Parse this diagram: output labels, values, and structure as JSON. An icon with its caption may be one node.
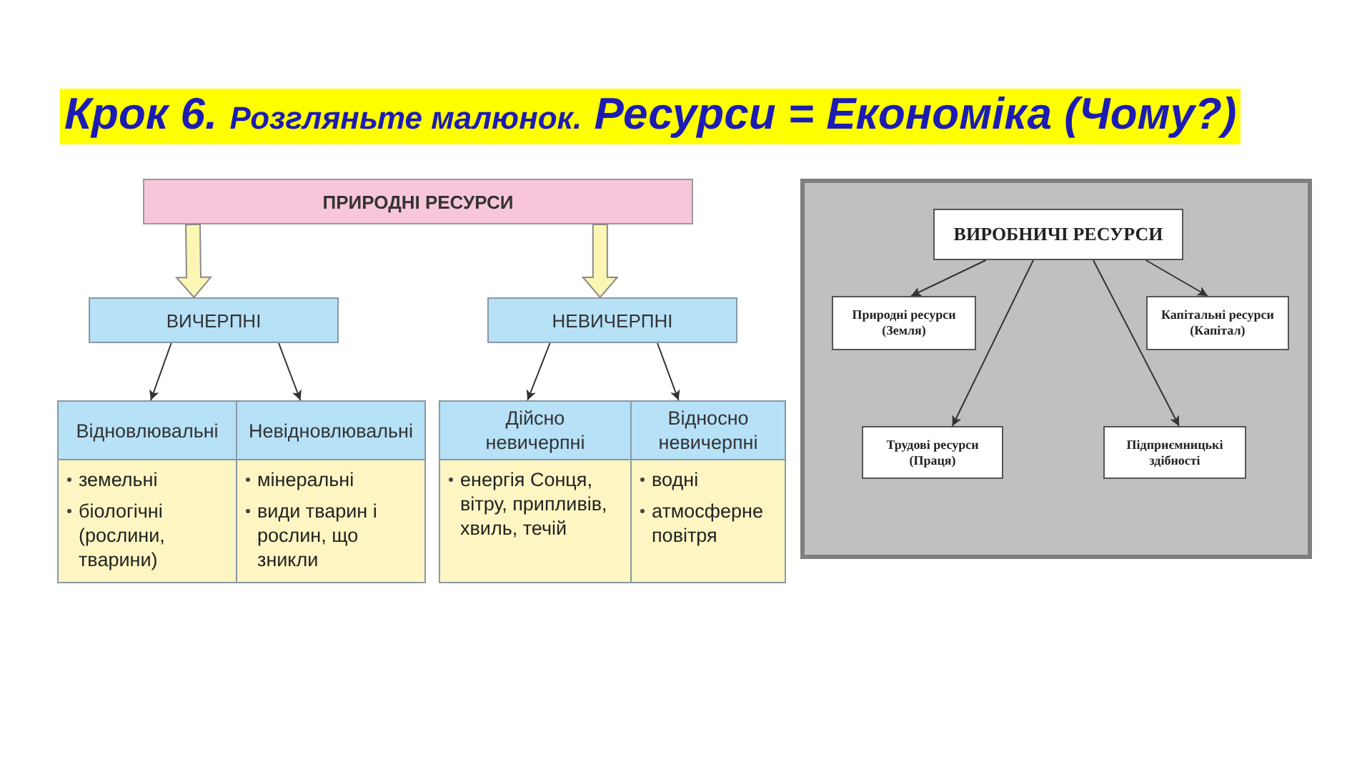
{
  "diagram": {
    "title": "Крок 6. *Розгляньте малюнок.* Ресурси = Економіка (Чому?)",
    "nodes": [
      {
        "text": [
          "ПРИРОДНІ РЕСУРСИ"
        ]
      },
      {
        "text": [
          "ВИЧЕРПНІ"
        ]
      },
      {
        "text": [
          "НЕВИЧЕРПНІ"
        ]
      },
      {
        "text": [
          "Відновлювальні"
        ]
      },
      {
        "text": [
          "Невідновлювальні"
        ]
      },
      {
        "text": [
          "Дійсно невичерпні"
        ]
      },
      {
        "text": [
          "Відносно невичерпні"
        ]
      },
      {
        "text": [
          "земельні",
          "біологічні (рослини, тварини)"
        ]
      },
      {
        "text": [
          "мінеральні",
          "види тварин і рослин, що зникли"
        ]
      },
      {
        "text": [
          "енергія Сонця, вітру, припливів, хвиль, течій"
        ]
      },
      {
        "text": [
          "водні",
          "атмосферне повітря"
        ]
      },
      {
        "text": [],
        "shape": "box"
      },
      {
        "text": [
          "ВИРОБНИЧІ РЕСУРСИ"
        ],
        "in": 11
      },
      {
        "text": [
          "Природні ресурси (Земля)"
        ],
        "in": 11
      },
      {
        "text": [
          "Капітальні ресурси (Капітал)"
        ],
        "in": 11
      },
      {
        "text": [
          "Трудові ресурси (Праця)"
        ],
        "in": 11
      },
      {
        "text": [
          "Підприємницькі здібності"
        ],
        "in": 11
      }
    ],
    "edges": [
      {
        "from": 0,
        "to": 1,
        "arrow": "to",
        "style": "thick",
        "color": "#fbf6b4"
      },
      {
        "from": 0,
        "to": 2,
        "arrow": "to",
        "style": "thick",
        "color": "#fbf6b4"
      },
      {
        "from": 1,
        "to": 3,
        "arrow": "to"
      },
      {
        "from": 1,
        "to": 4,
        "arrow": "to"
      },
      {
        "from": 2,
        "to": 5,
        "arrow": "to"
      },
      {
        "from": 2,
        "to": 6,
        "arrow": "to"
      },
      {
        "from": 12,
        "to": 13,
        "arrow": "to"
      },
      {
        "from": 12,
        "to": 15,
        "arrow": "to"
      },
      {
        "from": 12,
        "to": 16,
        "arrow": "to"
      },
      {
        "from": 12,
        "to": 14,
        "arrow": "to"
      }
    ]
  }
}
